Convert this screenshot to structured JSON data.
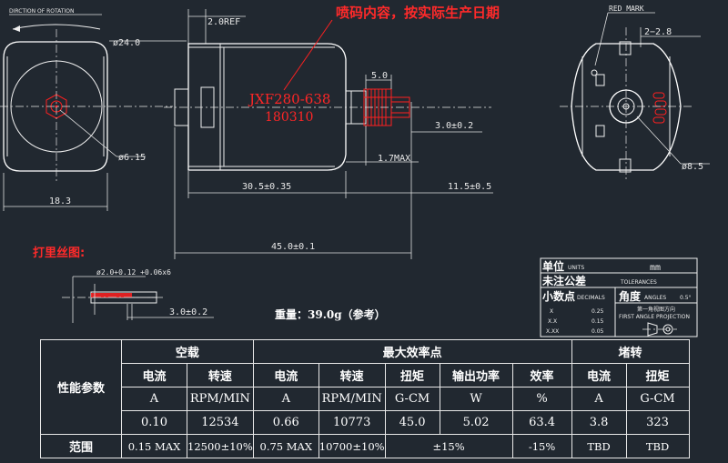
{
  "note_top": "喷码内容，按实际生产日期",
  "direction_label": "DIRCTION OF ROTATION",
  "red_mark_label": "RED MARK",
  "marking": {
    "line1": "JXF280-638",
    "line2": "180310"
  },
  "dims": {
    "ref": "2.0REF",
    "d24": "ø24.0",
    "d615": "ø6.15",
    "w183": "18.3",
    "l305": "30.5±0.35",
    "l115": "11.5±0.5",
    "l45": "45.0±0.1",
    "l17": "1.7MAX",
    "s50": "5.0",
    "s30": "3.0±0.2",
    "a28": "2−2.8",
    "d85": "ø8.5",
    "d20": "ø2.0+0.12 +0.06x6",
    "s30b": "3.0±0.2"
  },
  "knurl_label": "打里丝图:",
  "weight": "重量：39.0g（参考）",
  "title_block": {
    "unit_cn": "单位",
    "unit_en": "UNITS",
    "unit_val": "mm",
    "tol_cn": "未注公差",
    "tol_en": "TOLERANCES",
    "dec_cn": "小数点",
    "dec_en": "DECIMALS",
    "ang_cn": "角度",
    "ang_en": "ANGLES",
    "ang_val": "0.5°",
    "rows": [
      {
        "k": "X",
        "v": "0.25"
      },
      {
        "k": "X.X",
        "v": "0.15"
      },
      {
        "k": "X.XX",
        "v": "0.05"
      }
    ],
    "proj_cn": "第一角视图方向",
    "proj_en": "FIRST ANGLE PROJECTION"
  },
  "table": {
    "row_label": "性能参数",
    "range_label": "范围",
    "groups": [
      "空载",
      "最大效率点",
      "堵转"
    ],
    "sub_headers": [
      "电流",
      "转速",
      "电流",
      "转速",
      "扭矩",
      "输出功率",
      "效率",
      "电流",
      "扭矩"
    ],
    "units": [
      "A",
      "RPM/MIN",
      "A",
      "RPM/MIN",
      "G-CM",
      "W",
      "%",
      "A",
      "G-CM"
    ],
    "values": [
      "0.10",
      "12534",
      "0.66",
      "10773",
      "45.0",
      "5.02",
      "63.4",
      "3.8",
      "323"
    ],
    "ranges": [
      "0.15 MAX",
      "12500±10%",
      "0.75 MAX",
      "10700±10%",
      "±15%",
      "-15%",
      "TBD",
      "TBD"
    ]
  }
}
